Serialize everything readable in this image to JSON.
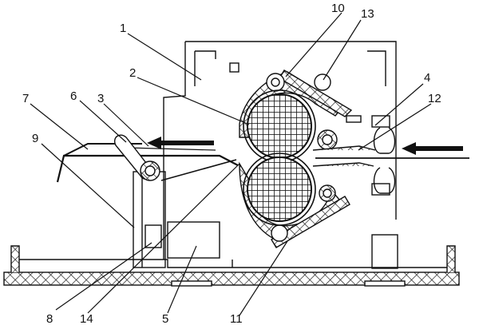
{
  "labels": {
    "l1": "1",
    "l2": "2",
    "l3": "3",
    "l4": "4",
    "l5": "5",
    "l6": "6",
    "l7": "7",
    "l8": "8",
    "l9": "9",
    "l10": "10",
    "l11": "11",
    "l12": "12",
    "l13": "13",
    "l14": "14"
  },
  "colors": {
    "line": "#111111",
    "background": "#ffffff"
  }
}
